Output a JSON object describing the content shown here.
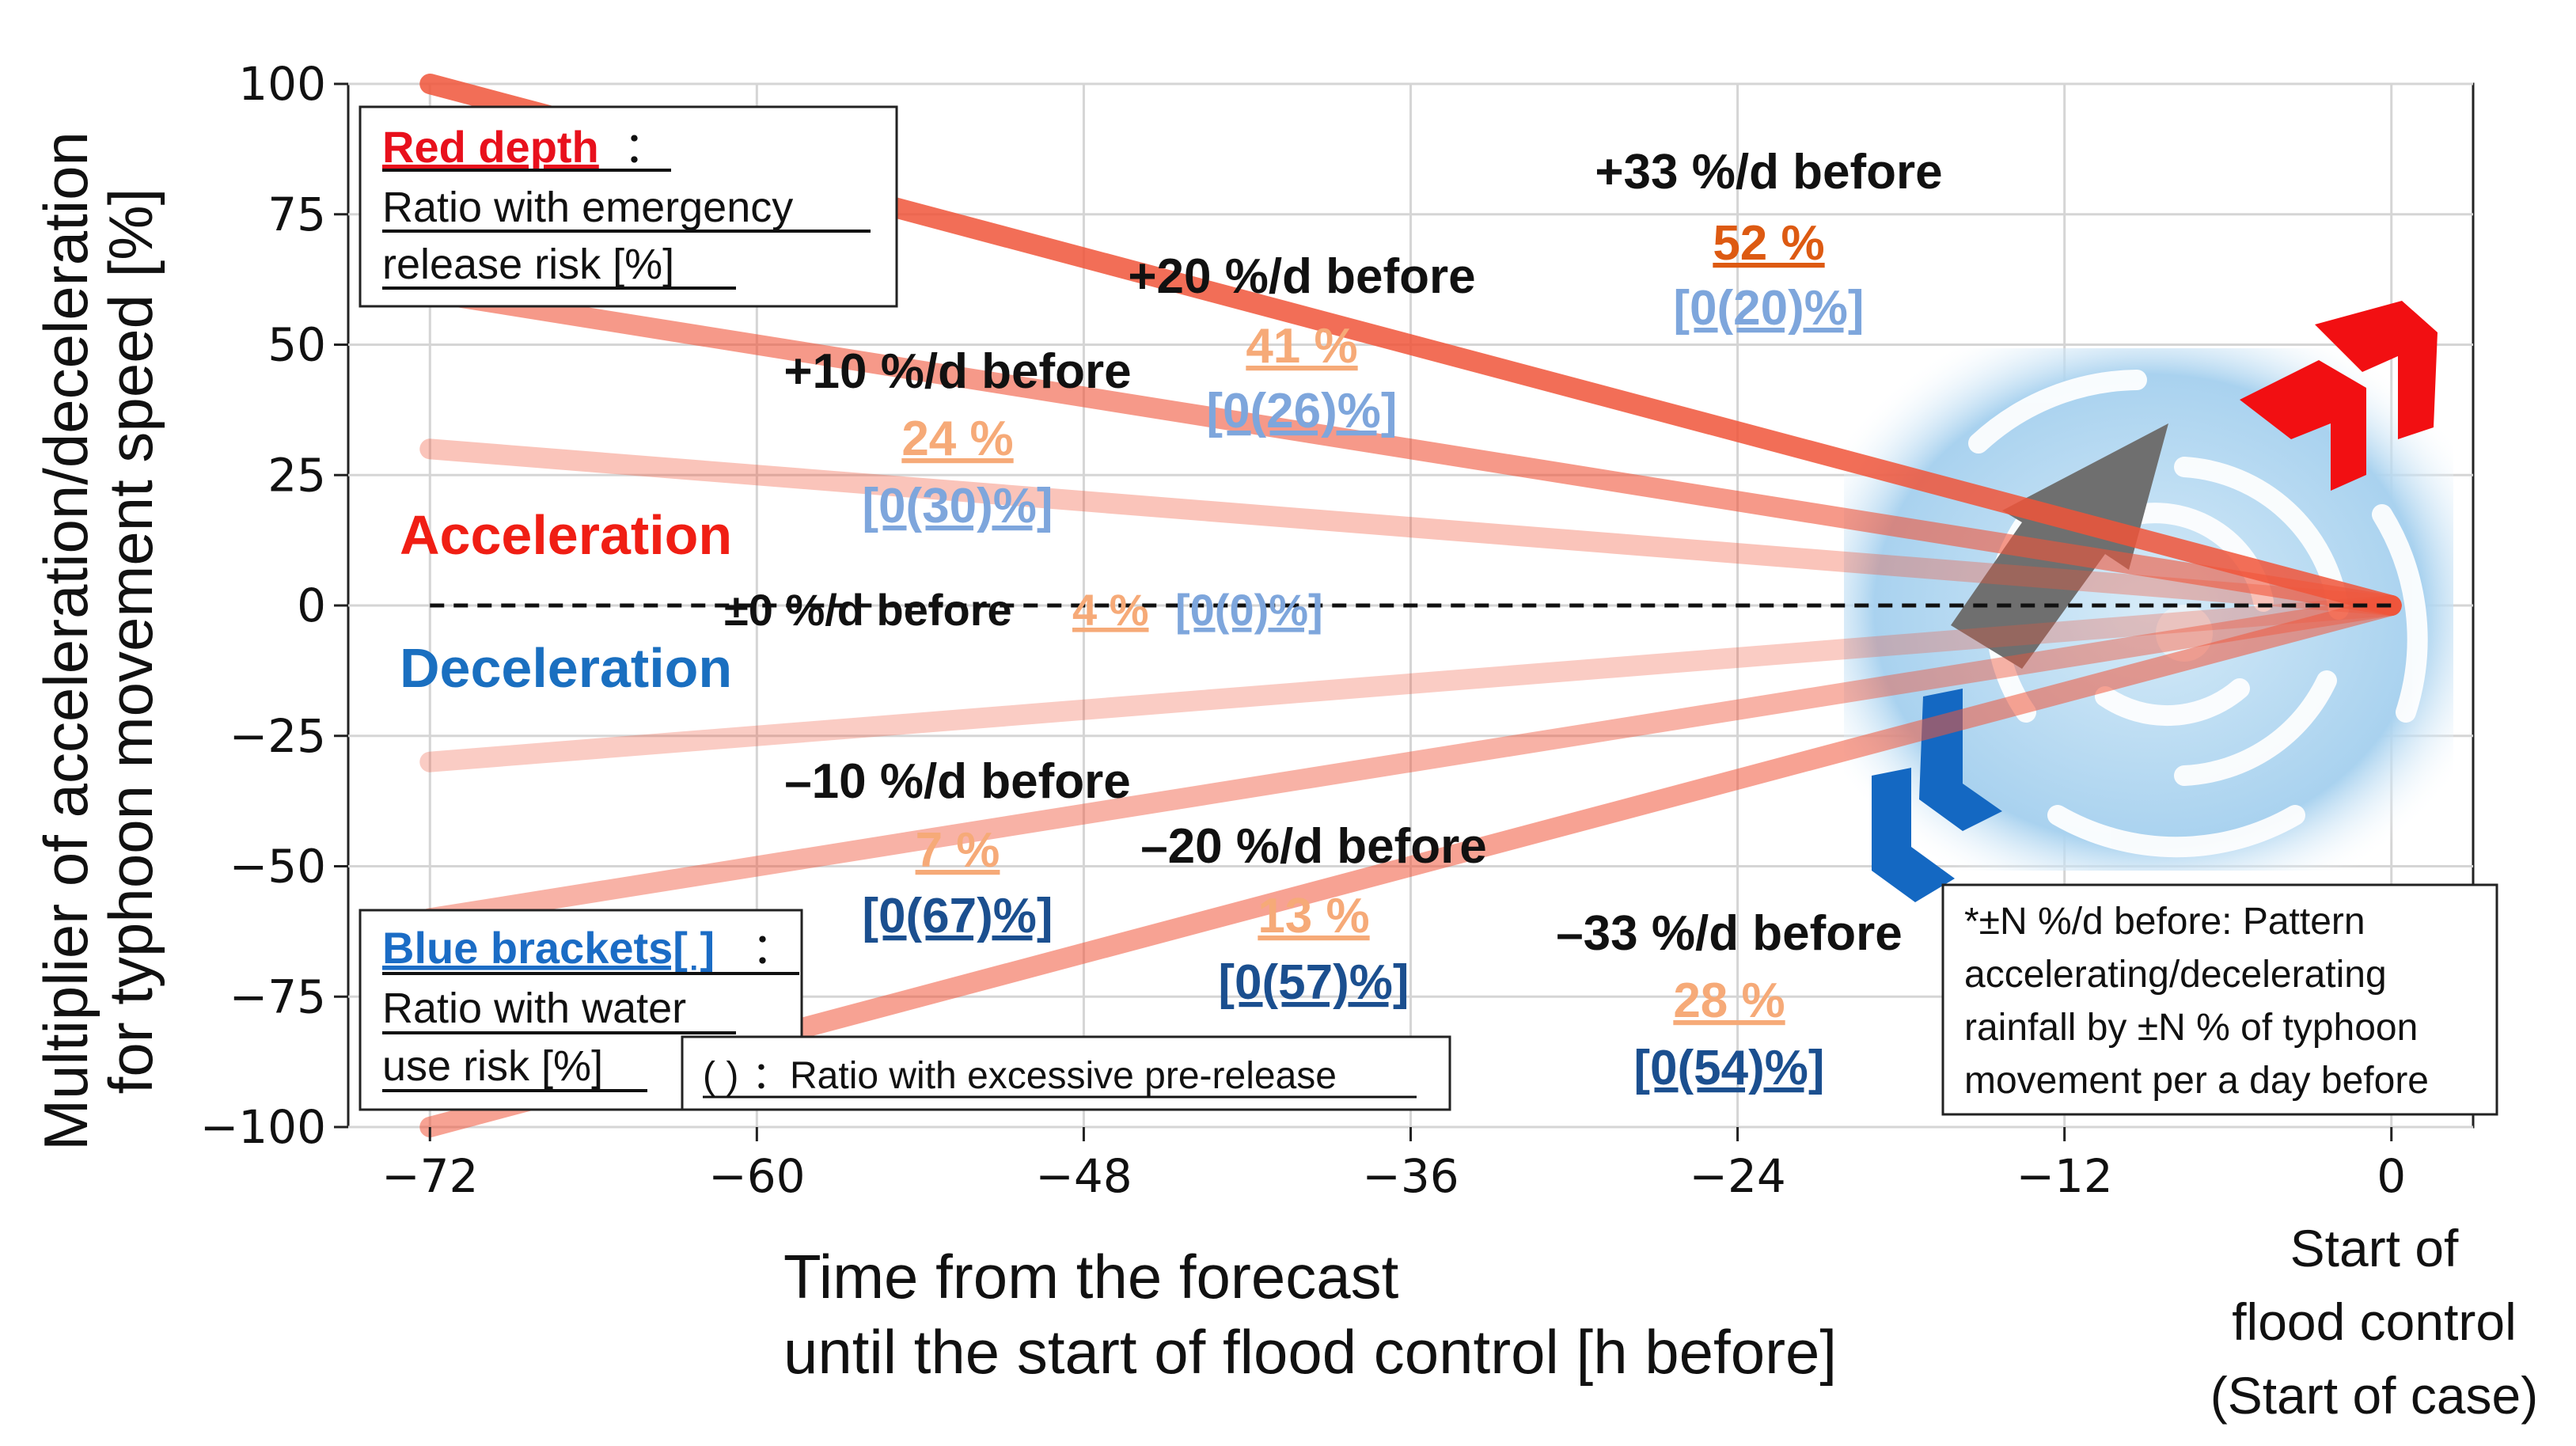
{
  "chart_data": {
    "type": "line",
    "xlabel_lines": [
      "Time from the forecast",
      "until the start of flood control [h before]"
    ],
    "ylabel_lines": [
      "Multiplier of acceleration/deceleration",
      "for typhoon movement speed  [%]"
    ],
    "x_end_note": [
      "Start of",
      "flood control",
      "(Start of case)"
    ],
    "xlim": [
      -75,
      3
    ],
    "ylim": [
      -100,
      100
    ],
    "xticks": [
      -72,
      -60,
      -48,
      -36,
      -24,
      -12,
      0
    ],
    "xtick_labels": [
      "−72",
      "−60",
      "−48",
      "−36",
      "−24",
      "−12",
      "0"
    ],
    "yticks": [
      100,
      75,
      50,
      25,
      0,
      -25,
      -50,
      -75,
      -100
    ],
    "ytick_labels": [
      "100",
      "75",
      "50",
      "25",
      "0",
      "−25",
      "−50",
      "−75",
      "−100"
    ],
    "grid": true,
    "series": [
      {
        "name": "+33 %/d before",
        "x": [
          -72,
          0
        ],
        "y": [
          100,
          0
        ],
        "risk": "52 %",
        "bracket": "[0(20)%]"
      },
      {
        "name": "+20 %/d before",
        "x": [
          -72,
          0
        ],
        "y": [
          60,
          0
        ],
        "risk": "41 %",
        "bracket": "[0(26)%]"
      },
      {
        "name": "+10 %/d before",
        "x": [
          -72,
          0
        ],
        "y": [
          30,
          0
        ],
        "risk": "24 %",
        "bracket": "[0(30)%]"
      },
      {
        "name": "±0 %/d before",
        "x": [
          -72,
          0
        ],
        "y": [
          0,
          0
        ],
        "risk": "4 %",
        "bracket": "[0(0)%]"
      },
      {
        "name": "–10 %/d before",
        "x": [
          -72,
          0
        ],
        "y": [
          -30,
          0
        ],
        "risk": "7 %",
        "bracket": "[0(67)%]"
      },
      {
        "name": "–20 %/d before",
        "x": [
          -72,
          0
        ],
        "y": [
          -60,
          0
        ],
        "risk": "13 %",
        "bracket": "[0(57)%]"
      },
      {
        "name": "–33 %/d before",
        "x": [
          -72,
          0
        ],
        "y": [
          -100,
          0
        ],
        "risk": "28 %",
        "bracket": "[0(54)%]"
      }
    ],
    "annotations": {
      "acceleration": "Acceleration",
      "deceleration": "Deceleration"
    },
    "legend_red": {
      "head": "Red depth",
      "colon": "：",
      "lines": [
        "Ratio with emergency",
        "release risk  [%]"
      ]
    },
    "legend_blue": {
      "head": "Blue brackets[ ]",
      "colon": "：",
      "lines": [
        "Ratio with water",
        "use risk [%]"
      ]
    },
    "legend_paren": {
      "head": "( )",
      "text": "：Ratio with excessive pre-release"
    },
    "note_lines": [
      "*±N %/d before: Pattern",
      "accelerating/decelerating",
      "rainfall by ±N % of typhoon",
      "movement per a day before"
    ],
    "colors": {
      "line": "#f0553a",
      "acceleration": "#f01e14",
      "deceleration": "#1a6fc0",
      "red_head": "#e8101c",
      "blue_head": "#1b6cc5"
    }
  }
}
